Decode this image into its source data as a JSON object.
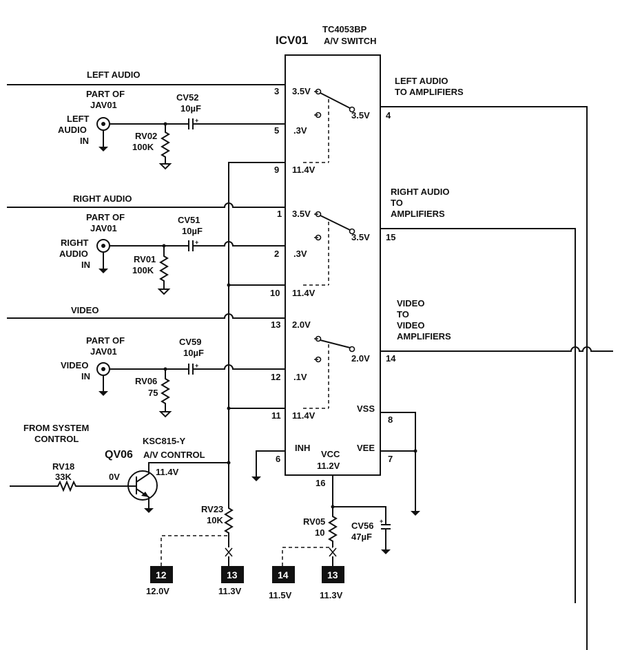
{
  "ic": {
    "ref": "ICV01",
    "part": "TC4053BP",
    "function": "A/V SWITCH",
    "pins": {
      "p3": "3",
      "p5": "5",
      "p9": "9",
      "p1": "1",
      "p2": "2",
      "p10": "10",
      "p13": "13",
      "p12": "12",
      "p11": "11",
      "p4": "4",
      "p15": "15",
      "p14": "14",
      "p8": "8",
      "p7": "7",
      "p6": "6",
      "p16": "16"
    },
    "voltages": {
      "p3": "3.5V",
      "p5": ".3V",
      "p9": "11.4V",
      "p1": "3.5V",
      "p2": ".3V",
      "p10": "11.4V",
      "p13": "2.0V",
      "p12": ".1V",
      "p11": "11.4V",
      "p4": "3.5V",
      "p15": "3.5V",
      "p14": "2.0V",
      "vcc": "11.2V"
    },
    "labels": {
      "vss": "VSS",
      "vee": "VEE",
      "inh": "INH",
      "vcc": "VCC"
    }
  },
  "signals": {
    "left_audio": "LEFT AUDIO",
    "right_audio": "RIGHT AUDIO",
    "video": "VIDEO",
    "left_out_1": "LEFT AUDIO",
    "left_out_2": "TO AMPLIFIERS",
    "right_out_1": "RIGHT AUDIO",
    "right_out_2": "TO",
    "right_out_3": "AMPLIFIERS",
    "video_out_1": "VIDEO",
    "video_out_2": "TO",
    "video_out_3": "VIDEO",
    "video_out_4": "AMPLIFIERS",
    "from_sys_1": "FROM SYSTEM",
    "from_sys_2": "CONTROL"
  },
  "jacks": {
    "part_of": "PART OF",
    "jack_ref": "JAV01",
    "left_1": "LEFT",
    "left_2": "AUDIO",
    "left_3": "IN",
    "right_1": "RIGHT",
    "right_2": "AUDIO",
    "right_3": "IN",
    "video_1": "VIDEO",
    "video_2": "IN"
  },
  "components": {
    "cv52": {
      "ref": "CV52",
      "val": "10µF"
    },
    "cv51": {
      "ref": "CV51",
      "val": "10µF"
    },
    "cv59": {
      "ref": "CV59",
      "val": "10µF"
    },
    "cv56": {
      "ref": "CV56",
      "val": "47µF"
    },
    "rv02": {
      "ref": "RV02",
      "val": "100K"
    },
    "rv01": {
      "ref": "RV01",
      "val": "100K"
    },
    "rv06": {
      "ref": "RV06",
      "val": "75"
    },
    "rv18": {
      "ref": "RV18",
      "val": "33K"
    },
    "rv23": {
      "ref": "RV23",
      "val": "10K"
    },
    "rv05": {
      "ref": "RV05",
      "val": "10"
    }
  },
  "transistor": {
    "ref": "QV06",
    "part": "KSC815-Y",
    "function": "A/V CONTROL",
    "base_v": "0V",
    "collector_v": "11.4V"
  },
  "tests": [
    {
      "num": "12",
      "volt": "12.0V"
    },
    {
      "num": "13",
      "volt": "11.3V"
    },
    {
      "num": "14",
      "volt": "11.5V"
    },
    {
      "num": "13",
      "volt": "11.3V"
    }
  ]
}
